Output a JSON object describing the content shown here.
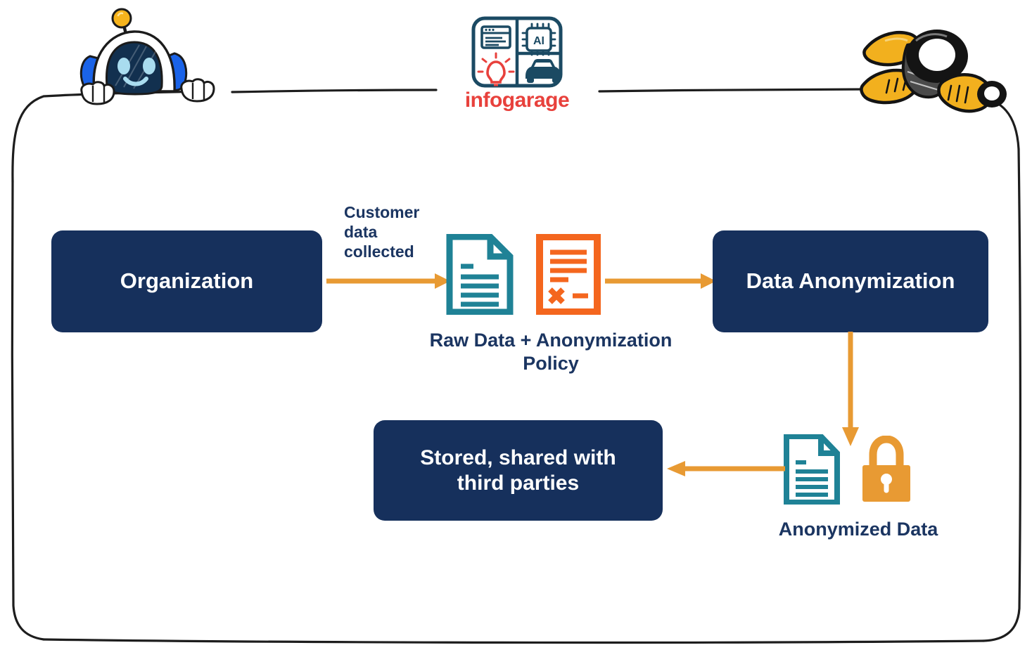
{
  "brand": {
    "wordmark": "infogarage",
    "logo_tiles": [
      "browser-window",
      "ai-chip",
      "lightbulb",
      "car"
    ],
    "colors": {
      "wordmark_red": "#e8413c",
      "logo_navy": "#1b4a63",
      "bulb_red": "#e8413c"
    }
  },
  "mascots": {
    "left": "robot-peeking",
    "right": "wrench-tool"
  },
  "colors": {
    "box_navy": "#16305c",
    "text_navy": "#1b3561",
    "arrow_orange": "#e89a33",
    "doc_teal": "#1f8296",
    "policy_orange": "#f4661e",
    "lock_orange": "#e89a33",
    "frame_black": "#1d1d1d",
    "white": "#ffffff"
  },
  "diagram": {
    "type": "flow",
    "nodes": [
      {
        "id": "organization",
        "label": "Organization",
        "kind": "process-box"
      },
      {
        "id": "raw-data",
        "label": "Raw Data + Anonymization Policy",
        "kind": "icon-group"
      },
      {
        "id": "data-anonymization",
        "label": "Data Anonymization",
        "kind": "process-box"
      },
      {
        "id": "anonymized-data",
        "label": "Anonymized Data",
        "kind": "icon-group"
      },
      {
        "id": "stored-shared",
        "label": "Stored, shared with third parties",
        "kind": "process-box"
      }
    ],
    "edges": [
      {
        "from": "organization",
        "to": "raw-data",
        "label": "Customer data collected",
        "direction": "right"
      },
      {
        "from": "raw-data",
        "to": "data-anonymization",
        "label": "",
        "direction": "right"
      },
      {
        "from": "data-anonymization",
        "to": "anonymized-data",
        "label": "",
        "direction": "down"
      },
      {
        "from": "anonymized-data",
        "to": "stored-shared",
        "label": "",
        "direction": "left"
      }
    ]
  },
  "boxes": {
    "organization": "Organization",
    "data_anonymization": "Data Anonymization",
    "stored_shared_line1": "Stored, shared with",
    "stored_shared_line2": "third parties"
  },
  "labels": {
    "customer_line1": "Customer",
    "customer_line2": "data",
    "customer_line3": "collected",
    "raw_data_line1": "Raw Data + Anonymization",
    "raw_data_line2": "Policy",
    "anonymized_data": "Anonymized Data"
  },
  "icons": {
    "raw_document": "document-icon",
    "policy_document": "policy-document-icon",
    "anonymized_document": "document-icon",
    "lock": "lock-icon"
  }
}
